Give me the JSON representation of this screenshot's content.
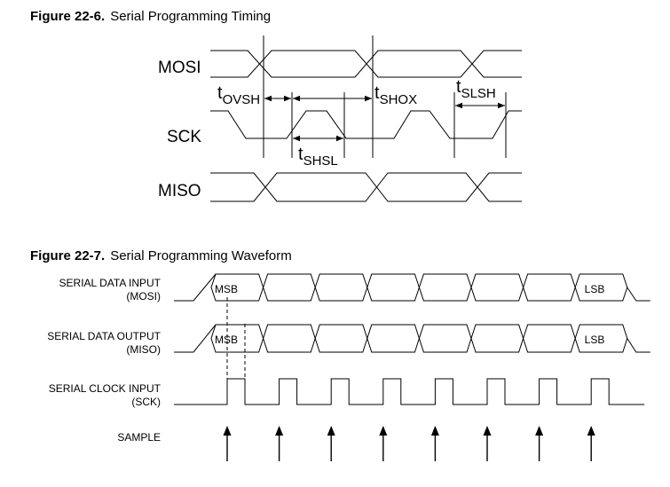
{
  "fig1": {
    "number": "Figure 22-6.",
    "title": "Serial Programming Timing",
    "signals": [
      "MOSI",
      "SCK",
      "MISO"
    ],
    "timing_labels": [
      {
        "main": "t",
        "sub": "OVSH"
      },
      {
        "main": "t",
        "sub": "SHOX"
      },
      {
        "main": "t",
        "sub": "SLSH"
      },
      {
        "main": "t",
        "sub": "SHSL"
      }
    ]
  },
  "fig2": {
    "number": "Figure 22-7.",
    "title": "Serial Programming Waveform",
    "rows": [
      {
        "line1": "SERIAL DATA INPUT",
        "line2": "(MOSI)"
      },
      {
        "line1": "SERIAL DATA OUTPUT",
        "line2": "(MISO)"
      },
      {
        "line1": "SERIAL CLOCK INPUT",
        "line2": "(SCK)"
      },
      {
        "line1": "SAMPLE",
        "line2": ""
      }
    ],
    "msb_label": "MSB",
    "lsb_label": "LSB",
    "bit_count": 8
  }
}
